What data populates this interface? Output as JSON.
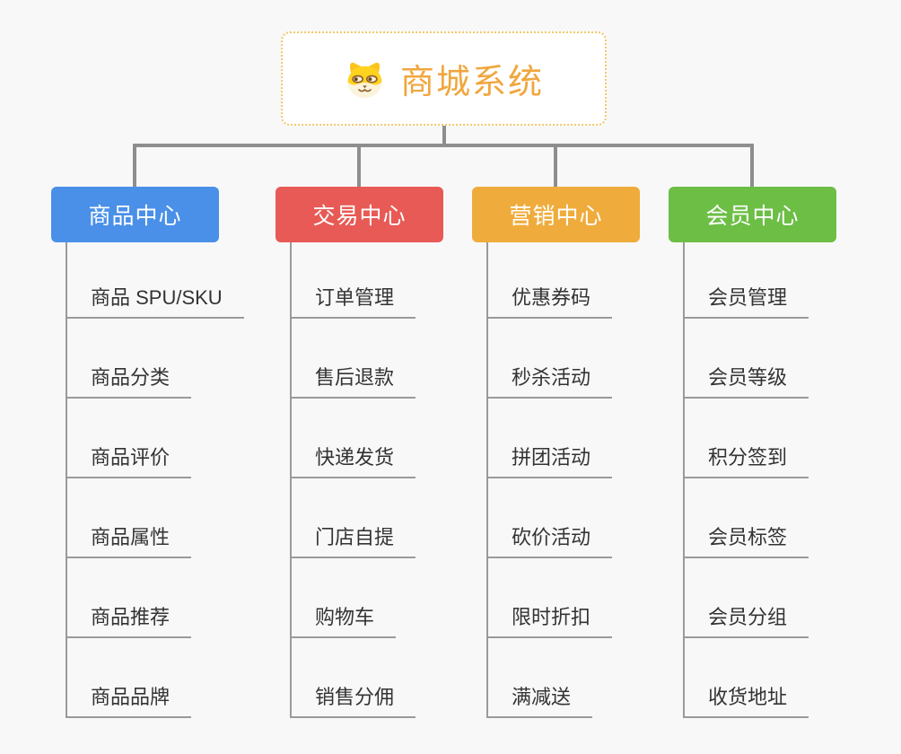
{
  "canvas": {
    "background": "#f8f8f8",
    "connector_color": "#8e8e8e",
    "child_line_color": "#9a9a9a"
  },
  "root": {
    "title": "商城系统",
    "icon": "dog-face-icon",
    "text_color": "#f0a63e",
    "border_color": "#f3c76a"
  },
  "branches": [
    {
      "label": "商品中心",
      "color": "#4a90e8",
      "items": [
        "商品 SPU/SKU",
        "商品分类",
        "商品评价",
        "商品属性",
        "商品推荐",
        "商品品牌"
      ]
    },
    {
      "label": "交易中心",
      "color": "#e85a55",
      "items": [
        "订单管理",
        "售后退款",
        "快递发货",
        "门店自提",
        "购物车",
        "销售分佣"
      ]
    },
    {
      "label": "营销中心",
      "color": "#efac3c",
      "items": [
        "优惠券码",
        "秒杀活动",
        "拼团活动",
        "砍价活动",
        "限时折扣",
        "满减送"
      ]
    },
    {
      "label": "会员中心",
      "color": "#6cbe45",
      "items": [
        "会员管理",
        "会员等级",
        "积分签到",
        "会员标签",
        "会员分组",
        "收货地址"
      ]
    }
  ]
}
